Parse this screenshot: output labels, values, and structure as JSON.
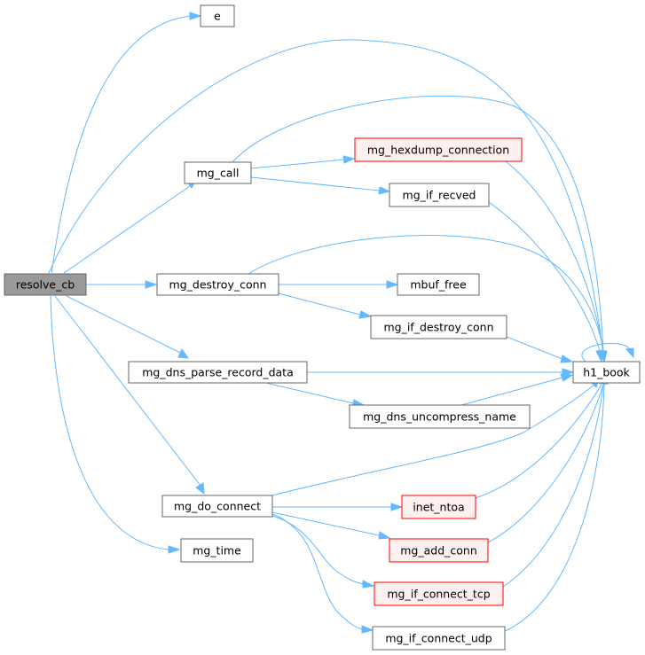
{
  "graph": {
    "colors": {
      "edge": "#63b8ff",
      "root_fill": "#999999",
      "root_border": "#666666",
      "node_fill": "#ffffff",
      "node_border": "#666666",
      "truncated_fill": "#fff0f0",
      "truncated_border": "#ff0000"
    },
    "nodes": {
      "resolve_cb": {
        "label": "resolve_cb",
        "style": "root"
      },
      "e": {
        "label": "e",
        "style": "normal"
      },
      "mg_call": {
        "label": "mg_call",
        "style": "normal"
      },
      "mg_hexdump_connection": {
        "label": "mg_hexdump_connection",
        "style": "truncated"
      },
      "mg_if_recved": {
        "label": "mg_if_recved",
        "style": "normal"
      },
      "mg_destroy_conn": {
        "label": "mg_destroy_conn",
        "style": "normal"
      },
      "mbuf_free": {
        "label": "mbuf_free",
        "style": "normal"
      },
      "mg_if_destroy_conn": {
        "label": "mg_if_destroy_conn",
        "style": "normal"
      },
      "mg_dns_parse_record_data": {
        "label": "mg_dns_parse_record_data",
        "style": "normal"
      },
      "h1_book": {
        "label": "h1_book",
        "style": "normal"
      },
      "mg_dns_uncompress_name": {
        "label": "mg_dns_uncompress_name",
        "style": "normal"
      },
      "mg_do_connect": {
        "label": "mg_do_connect",
        "style": "normal"
      },
      "inet_ntoa": {
        "label": "inet_ntoa",
        "style": "truncated"
      },
      "mg_add_conn": {
        "label": "mg_add_conn",
        "style": "truncated"
      },
      "mg_if_connect_tcp": {
        "label": "mg_if_connect_tcp",
        "style": "truncated"
      },
      "mg_time": {
        "label": "mg_time",
        "style": "normal"
      },
      "mg_if_connect_udp": {
        "label": "mg_if_connect_udp",
        "style": "normal"
      }
    },
    "edges": [
      {
        "from": "resolve_cb",
        "to": "e"
      },
      {
        "from": "resolve_cb",
        "to": "h1_book"
      },
      {
        "from": "resolve_cb",
        "to": "mg_call"
      },
      {
        "from": "resolve_cb",
        "to": "mg_destroy_conn"
      },
      {
        "from": "resolve_cb",
        "to": "mg_dns_parse_record_data"
      },
      {
        "from": "resolve_cb",
        "to": "mg_do_connect"
      },
      {
        "from": "resolve_cb",
        "to": "mg_time"
      },
      {
        "from": "mg_call",
        "to": "h1_book"
      },
      {
        "from": "mg_call",
        "to": "mg_hexdump_connection"
      },
      {
        "from": "mg_call",
        "to": "mg_if_recved"
      },
      {
        "from": "mg_hexdump_connection",
        "to": "h1_book"
      },
      {
        "from": "mg_if_recved",
        "to": "h1_book"
      },
      {
        "from": "mg_destroy_conn",
        "to": "h1_book"
      },
      {
        "from": "mg_destroy_conn",
        "to": "mbuf_free"
      },
      {
        "from": "mg_destroy_conn",
        "to": "mg_if_destroy_conn"
      },
      {
        "from": "mg_if_destroy_conn",
        "to": "h1_book"
      },
      {
        "from": "h1_book",
        "to": "h1_book"
      },
      {
        "from": "mg_dns_parse_record_data",
        "to": "h1_book"
      },
      {
        "from": "mg_dns_parse_record_data",
        "to": "mg_dns_uncompress_name"
      },
      {
        "from": "mg_dns_uncompress_name",
        "to": "h1_book"
      },
      {
        "from": "mg_do_connect",
        "to": "h1_book"
      },
      {
        "from": "mg_do_connect",
        "to": "inet_ntoa"
      },
      {
        "from": "mg_do_connect",
        "to": "mg_add_conn"
      },
      {
        "from": "mg_do_connect",
        "to": "mg_if_connect_tcp"
      },
      {
        "from": "mg_do_connect",
        "to": "mg_if_connect_udp"
      },
      {
        "from": "inet_ntoa",
        "to": "h1_book"
      },
      {
        "from": "mg_add_conn",
        "to": "h1_book"
      },
      {
        "from": "mg_if_connect_tcp",
        "to": "h1_book"
      },
      {
        "from": "mg_if_connect_udp",
        "to": "h1_book"
      }
    ]
  }
}
